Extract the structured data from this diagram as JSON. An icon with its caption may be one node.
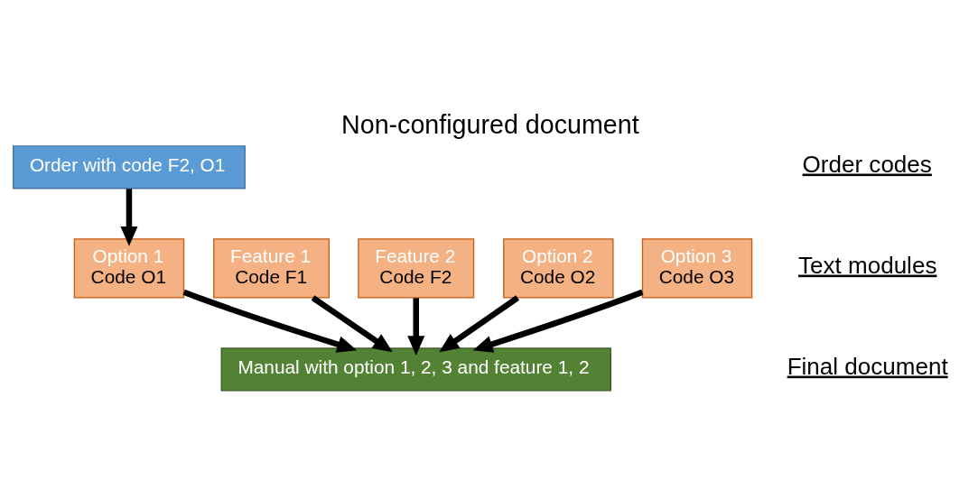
{
  "diagram": {
    "title": "Non-configured document",
    "nodes": [
      {
        "text": [
          "Order with code F2, O1"
        ]
      },
      {
        "text": [
          "Feature 1",
          "Code F1"
        ]
      },
      {
        "text": [
          "Feature 2",
          "Code F2"
        ]
      },
      {
        "text": [
          "Option 1",
          "Code O1"
        ]
      },
      {
        "text": [
          "Option 2",
          "Code O2"
        ]
      },
      {
        "text": [
          "Option 3",
          "Code O3"
        ]
      },
      {
        "text": [
          "Manual with option 1, 2, 3 and feature 1, 2"
        ]
      }
    ],
    "edges": [
      {
        "from": 0,
        "to": 3,
        "arrow": "to"
      },
      {
        "from": 1,
        "to": 6,
        "arrow": "to"
      },
      {
        "from": 2,
        "to": 6,
        "arrow": "to"
      },
      {
        "from": 3,
        "to": 6,
        "arrow": "to"
      },
      {
        "from": 4,
        "to": 6,
        "arrow": "to"
      },
      {
        "from": 5,
        "to": 6,
        "arrow": "to"
      }
    ],
    "labels": [
      "Order codes",
      "Text modules",
      "Final document"
    ]
  }
}
